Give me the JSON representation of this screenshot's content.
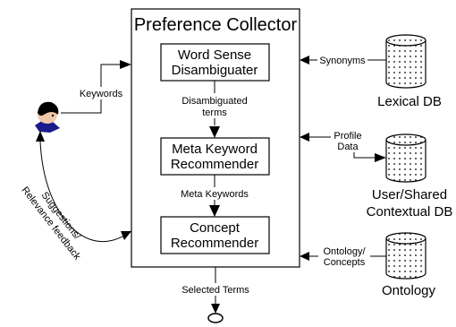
{
  "collector": {
    "title": "Preference Collector",
    "modules": [
      {
        "line1": "Word Sense",
        "line2": "Disambiguater"
      },
      {
        "line1": "Meta Keyword",
        "line2": "Recommender"
      },
      {
        "line1": "Concept",
        "line2": "Recommender"
      }
    ]
  },
  "flows": {
    "disambiguated_line1": "Disambiguated",
    "disambiguated_line2": "terms",
    "meta_keywords": "Meta Keywords",
    "selected_terms": "Selected Terms",
    "keywords": "Keywords",
    "feedback_line1": "Suggestions/",
    "feedback_line2": "Relevance feedback"
  },
  "sources": {
    "lexical": {
      "name": "Lexical  DB",
      "edge_label": "Synonyms"
    },
    "contextual": {
      "name_line1": "User/Shared",
      "name_line2": "Contextual DB",
      "edge_line1": "Profile",
      "edge_line2": "Data"
    },
    "ontology": {
      "name": "Ontology",
      "edge_line1": "Ontology/",
      "edge_line2": "Concepts"
    }
  }
}
